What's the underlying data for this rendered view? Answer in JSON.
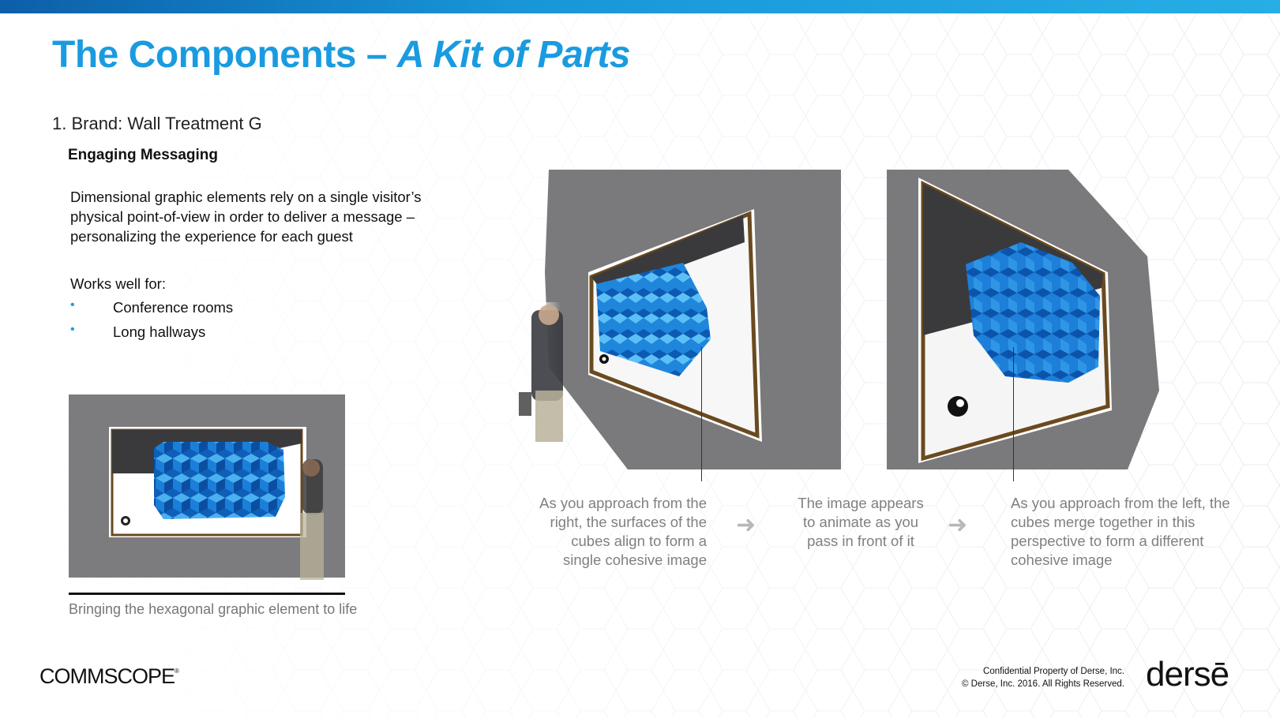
{
  "slide": {
    "title_main": "The Components – ",
    "title_italic": "A Kit of Parts",
    "section": "1. Brand: Wall Treatment G",
    "subheading": "Engaging Messaging",
    "description": "Dimensional graphic elements rely on a single visitor’s physical point-of-view in order to deliver a message – personalizing the experience for each guest",
    "works_label": "Works well for:",
    "bullets": [
      "Conference rooms",
      "Long hallways"
    ],
    "small_caption": "Bringing the hexagonal graphic element to life",
    "steps": [
      "As you approach from the right, the surfaces of the cubes align to form a single cohesive image",
      "The image appears to animate as you pass in front of it",
      "As you approach from the left, the cubes merge together in this perspective to form a different cohesive image"
    ],
    "arrow_glyph": "➜"
  },
  "footer": {
    "commscope_logo": "COMMSCOPE",
    "commscope_mark": "®",
    "confidential_line1": "Confidential  Property of Derse, Inc.",
    "confidential_line2": "© Derse, Inc. 2016. All Rights Reserved.",
    "derse_logo": "dersē"
  },
  "colors": {
    "title_blue": "#1a9be0",
    "bar_blue": "#1896d8",
    "wall_gray": "#7c7c7f",
    "cube_blue": "#1677d0",
    "frame_brown": "#6b4a1f",
    "caption_gray": "#808080"
  }
}
